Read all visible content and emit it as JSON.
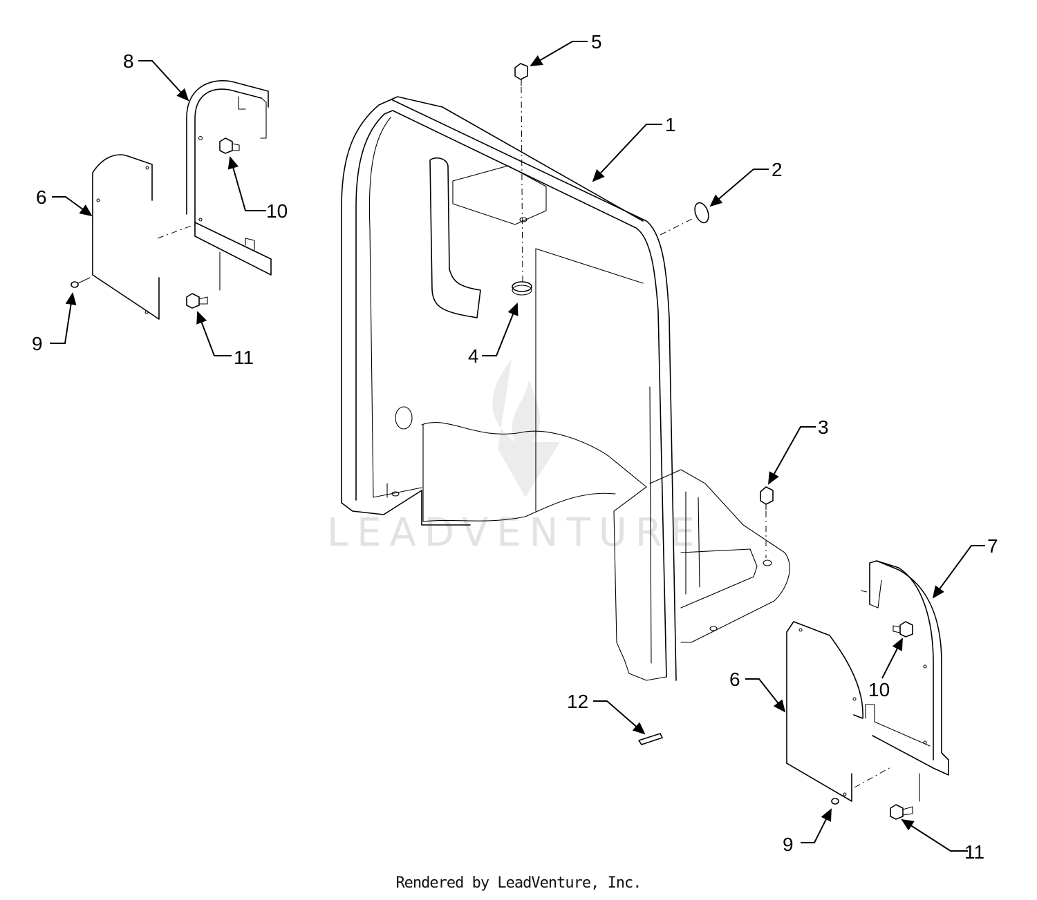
{
  "callouts": [
    {
      "id": "1",
      "label": "1"
    },
    {
      "id": "2",
      "label": "2"
    },
    {
      "id": "3",
      "label": "3"
    },
    {
      "id": "4",
      "label": "4"
    },
    {
      "id": "5",
      "label": "5"
    },
    {
      "id": "6a",
      "label": "6"
    },
    {
      "id": "6b",
      "label": "6"
    },
    {
      "id": "7",
      "label": "7"
    },
    {
      "id": "8",
      "label": "8"
    },
    {
      "id": "9a",
      "label": "9"
    },
    {
      "id": "9b",
      "label": "9"
    },
    {
      "id": "10a",
      "label": "10"
    },
    {
      "id": "10b",
      "label": "10"
    },
    {
      "id": "11a",
      "label": "11"
    },
    {
      "id": "11b",
      "label": "11"
    },
    {
      "id": "12",
      "label": "12"
    }
  ],
  "watermark": "LEADVENTURE",
  "credit": "Rendered by LeadVenture, Inc."
}
